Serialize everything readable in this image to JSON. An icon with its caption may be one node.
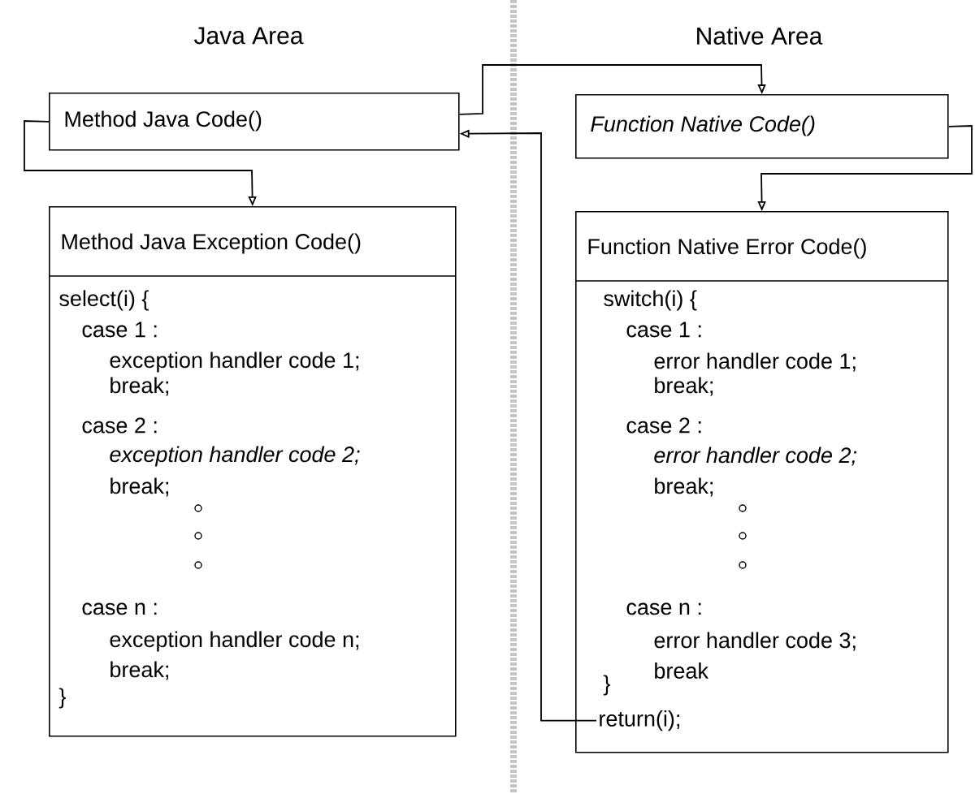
{
  "diagram": {
    "nodes": [
      {
        "text": [
          "Method Java Code()"
        ]
      },
      {
        "text": [
          "Function Native Code()"
        ]
      },
      {
        "text": [
          "Method Java Exception Code()",
          "select(i) {",
          "case 1 :",
          "exception handler code 1;",
          "break;",
          "case 2 :",
          "exception handler code 2;",
          "break;",
          "case n :",
          "exception handler code n;",
          "break;",
          "}"
        ]
      },
      {
        "text": [
          "Function Native Error Code()",
          "switch(i) {",
          "case 1 :",
          "error handler code 1;",
          "break;",
          "case 2 :",
          "error handler code 2;",
          "break;",
          "case n :",
          "error handler code 3;",
          "break",
          "}"
        ]
      },
      {
        "text": [
          "return(i);"
        ],
        "in": 3
      }
    ],
    "edges": [
      {
        "from": 0,
        "to": 1,
        "arrow": "to"
      },
      {
        "from": 1,
        "to": 3,
        "arrow": "to"
      },
      {
        "from": 0,
        "to": 2,
        "arrow": "to"
      },
      {
        "from": 4,
        "to": 0,
        "arrow": "to"
      }
    ],
    "labels": [
      "Java Area",
      "Native Area"
    ]
  }
}
